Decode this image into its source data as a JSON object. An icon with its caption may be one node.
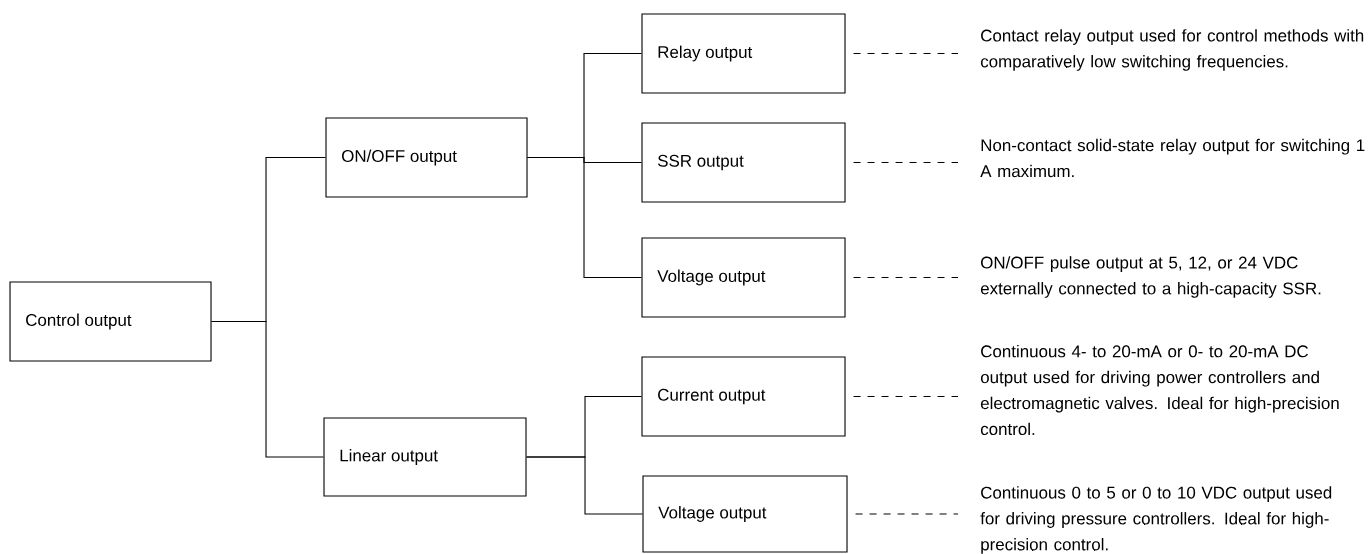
{
  "diagram": {
    "nodes": [
      {
        "text": [
          "Control output"
        ]
      },
      {
        "text": [
          "ON/OFF output"
        ]
      },
      {
        "text": [
          "Linear output"
        ]
      },
      {
        "text": [
          "Relay output"
        ]
      },
      {
        "text": [
          "SSR output"
        ]
      },
      {
        "text": [
          "Voltage output"
        ]
      },
      {
        "text": [
          "Current output"
        ]
      },
      {
        "text": [
          "Voltage output"
        ]
      },
      {
        "text": [
          "Contact relay output used for control methods with comparatively low switching frequencies."
        ]
      },
      {
        "text": [
          "Non-contact solid-state relay output for switching 1 A maximum."
        ]
      },
      {
        "text": [
          "ON/OFF pulse output at 5, 12, or 24 VDC externally connected to a high-capacity SSR."
        ]
      },
      {
        "text": [
          "Continuous 4- to 20-mA or 0- to 20-mA DC output used for driving power controllers and electromagnetic valves. Ideal for high-precision control."
        ]
      },
      {
        "text": [
          "Continuous 0 to 5 or 0 to 10 VDC output used for driving pressure controllers. Ideal for high-precision control."
        ]
      }
    ],
    "edges": [
      {
        "from": 0,
        "to": 1,
        "arrow": "none"
      },
      {
        "from": 0,
        "to": 2,
        "arrow": "none"
      },
      {
        "from": 1,
        "to": 3,
        "arrow": "none"
      },
      {
        "from": 1,
        "to": 4,
        "arrow": "none"
      },
      {
        "from": 1,
        "to": 5,
        "arrow": "none"
      },
      {
        "from": 2,
        "to": 6,
        "arrow": "none"
      },
      {
        "from": 2,
        "to": 7,
        "arrow": "none"
      },
      {
        "from": 3,
        "to": 8,
        "arrow": "none",
        "style": "dashed"
      },
      {
        "from": 4,
        "to": 9,
        "arrow": "none",
        "style": "dashed"
      },
      {
        "from": 5,
        "to": 10,
        "arrow": "none",
        "style": "dashed"
      },
      {
        "from": 6,
        "to": 11,
        "arrow": "none",
        "style": "dashed"
      },
      {
        "from": 7,
        "to": 12,
        "arrow": "none",
        "style": "dashed"
      }
    ]
  }
}
